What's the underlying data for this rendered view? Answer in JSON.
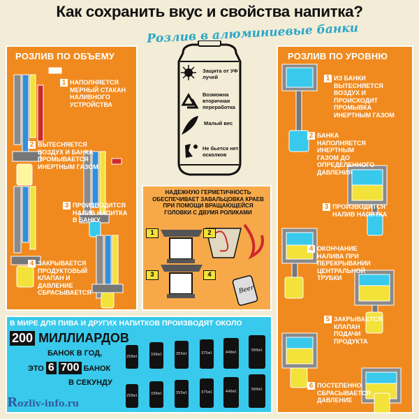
{
  "header": {
    "title": "Как сохранить вкус и свойства напитка?",
    "subtitle": "Розлив в алюминиевые банки"
  },
  "left": {
    "heading": "РОЗЛИВ ПО ОБЪЕМУ",
    "steps": [
      {
        "num": "1",
        "text": "НАПОЛНЯЕТСЯ МЕРНЫЙ СТАКАН НАЛИВНОГО УСТРОЙСТВА"
      },
      {
        "num": "2",
        "text": "ВЫТЕСНЯЕТСЯ ВОЗДУХ И БАНКА ПРОМЫВАЕТСЯ ИНЕРТНЫМ ГАЗОМ"
      },
      {
        "num": "3",
        "text": "ПРОИЗВОДИТСЯ НАЛИВ НАПИТКА В БАНКУ"
      },
      {
        "num": "4",
        "text": "ЗАКРЫВАЕТСЯ ПРОДУКТОВЫЙ КЛАПАН И ДАВЛЕНИЕ СБРАСЫВАЕТСЯ"
      }
    ]
  },
  "right": {
    "heading": "РОЗЛИВ ПО УРОВНЮ",
    "steps": [
      {
        "num": "1",
        "text": "ИЗ БАНКИ ВЫТЕСНЯЕТСЯ ВОЗДУХ И ПРОИСХОДИТ ПРОМЫВКА ИНЕРТНЫМ ГАЗОМ"
      },
      {
        "num": "2",
        "text": "БАНКА НАПОЛНЯЕТСЯ ИНЕРТНЫМ ГАЗОМ ДО ОПРЕДЕЛЕННОГО ДАВЛЕНИЯ"
      },
      {
        "num": "3",
        "text": "ПРОИЗВОДИТСЯ НАЛИВ НАПИТКА"
      },
      {
        "num": "4",
        "text": "ОКОНЧАНИЕ НАЛИВА ПРИ ПЕРЕКРЫВАНИИ ЦЕНТРАЛЬНОЙ ТРУБКИ"
      },
      {
        "num": "5",
        "text": "ЗАКРЫВАЕТСЯ КЛАПАН ПОДАЧИ ПРОДУКТА"
      },
      {
        "num": "6",
        "text": "ПОСТЕПЕННО СБРАСЫВАЕТСЯ ДАВЛЕНИЕ"
      }
    ]
  },
  "can": {
    "labels": [
      {
        "icon": "sun-icon",
        "text": "Защита от УФ лучей"
      },
      {
        "icon": "recycle-icon",
        "text": "Возможна вторичная переработка"
      },
      {
        "icon": "feather-icon",
        "text": "Малый вес"
      },
      {
        "icon": "broken-glass-icon",
        "text": "Не бьется нет осколков"
      }
    ]
  },
  "mid": {
    "text": "НАДЕЖНУЮ ГЕРМЕТИЧНОСТЬ ОБЕСПЕЧИВАЕТ ЗАВАЛЬЦОВКА КРАЕВ ПРИ ПОМОЩИ ВРАЩАЮЩЕЙСЯ ГОЛОВКИ С ДВУМЯ РОЛИКАМИ",
    "roller_nums": [
      "1",
      "2",
      "3",
      "4"
    ],
    "beer_label": "Beer"
  },
  "bottom": {
    "line1": "В МИРЕ ДЛЯ ПИВА И ДРУГИХ НАПИТКОВ ПРОИЗВОДЯТ ОКОЛО",
    "big_num": "200",
    "big_word": "МИЛЛИАРДОВ",
    "line2": "БАНОК В ГОД,",
    "line3_pre": "ЭТО",
    "num_a": "6",
    "num_b": "700",
    "line3_post": "БАНОК",
    "line4": "В СЕКУНДУ",
    "cans_top": [
      "250ml",
      "330ml",
      "355ml",
      "375ml",
      "440ml",
      "500ml"
    ],
    "cans_bottom": [
      "250ml",
      "330ml",
      "355ml",
      "375ml",
      "440ml",
      "500ml"
    ]
  },
  "logo": {
    "first": "R",
    "rest": "ozliv-info.ru"
  },
  "colors": {
    "orange": "#f08a1e",
    "cyan": "#38c9ec",
    "blue_liquid": "#2f8fe0",
    "yellow_liquid": "#f2e23a",
    "cream": "#f3ecd6"
  }
}
